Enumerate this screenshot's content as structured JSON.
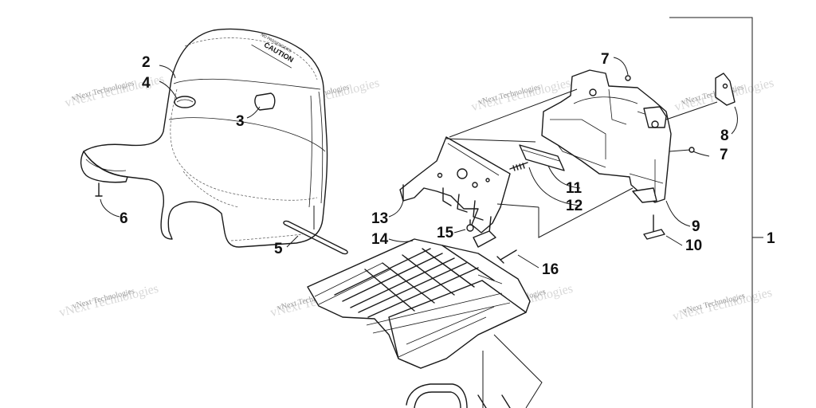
{
  "callouts": {
    "c1": "1",
    "c2": "2",
    "c3": "3",
    "c4": "4",
    "c5": "5",
    "c6": "6",
    "c7a": "7",
    "c7b": "7",
    "c8": "8",
    "c9": "9",
    "c10": "10",
    "c11": "11",
    "c12": "12",
    "c13": "13",
    "c14": "14",
    "c15": "15",
    "c16": "16"
  },
  "seat_label": {
    "main": "CAUTION",
    "small": "NO PASSENGERS"
  },
  "watermark": "vNext Technologies"
}
